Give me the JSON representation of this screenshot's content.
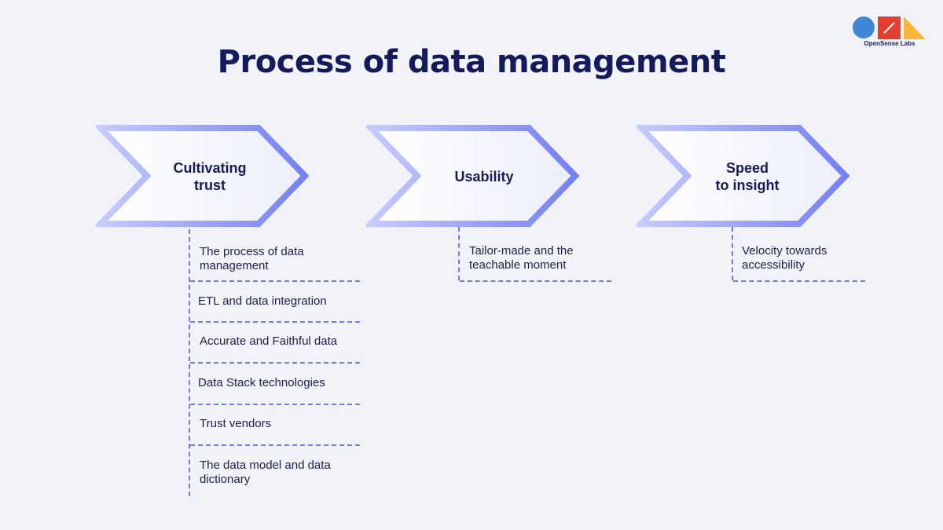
{
  "title": "Process of data management",
  "logo": {
    "text": "OpenSense Labs",
    "colors": {
      "circle": "#3f86d4",
      "square": "#e2402f",
      "triangle": "#f8b63e"
    }
  },
  "stages": [
    {
      "label": "Cultivating\ntrust",
      "items": [
        "The process of data management",
        "ETL and data integration",
        "Accurate and Faithful data",
        "Data Stack technologies",
        "Trust vendors",
        "The data model and data dictionary"
      ]
    },
    {
      "label": "Usability",
      "items": [
        "Tailor-made and the teachable moment"
      ]
    },
    {
      "label": "Speed\nto insight",
      "items": [
        "Velocity towards accessibility"
      ]
    }
  ],
  "colors": {
    "accent": "#6f79f0",
    "border_light": "#c3c8ff",
    "title": "#141a5c",
    "background": "#f2f3f8"
  }
}
